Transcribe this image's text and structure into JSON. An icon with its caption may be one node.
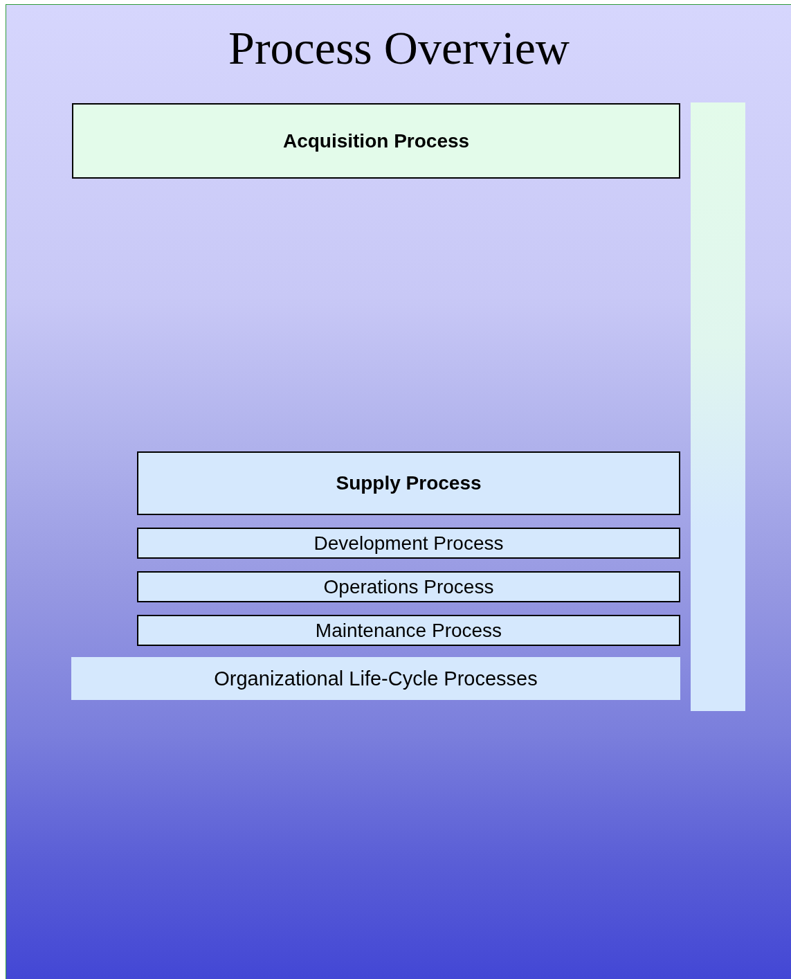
{
  "diagram": {
    "title": "Process Overview",
    "nodes": [
      {
        "text": [
          "Acquisition Process"
        ]
      },
      {
        "text": [
          "Supply Process"
        ]
      },
      {
        "text": [
          "Development Process"
        ]
      },
      {
        "text": [
          "Operations Process"
        ]
      },
      {
        "text": [
          "Maintenance Process"
        ]
      },
      {
        "text": [
          "Organizational Life-Cycle Processes"
        ]
      },
      {
        "text": [],
        "shape": "bar"
      }
    ],
    "edges": []
  }
}
